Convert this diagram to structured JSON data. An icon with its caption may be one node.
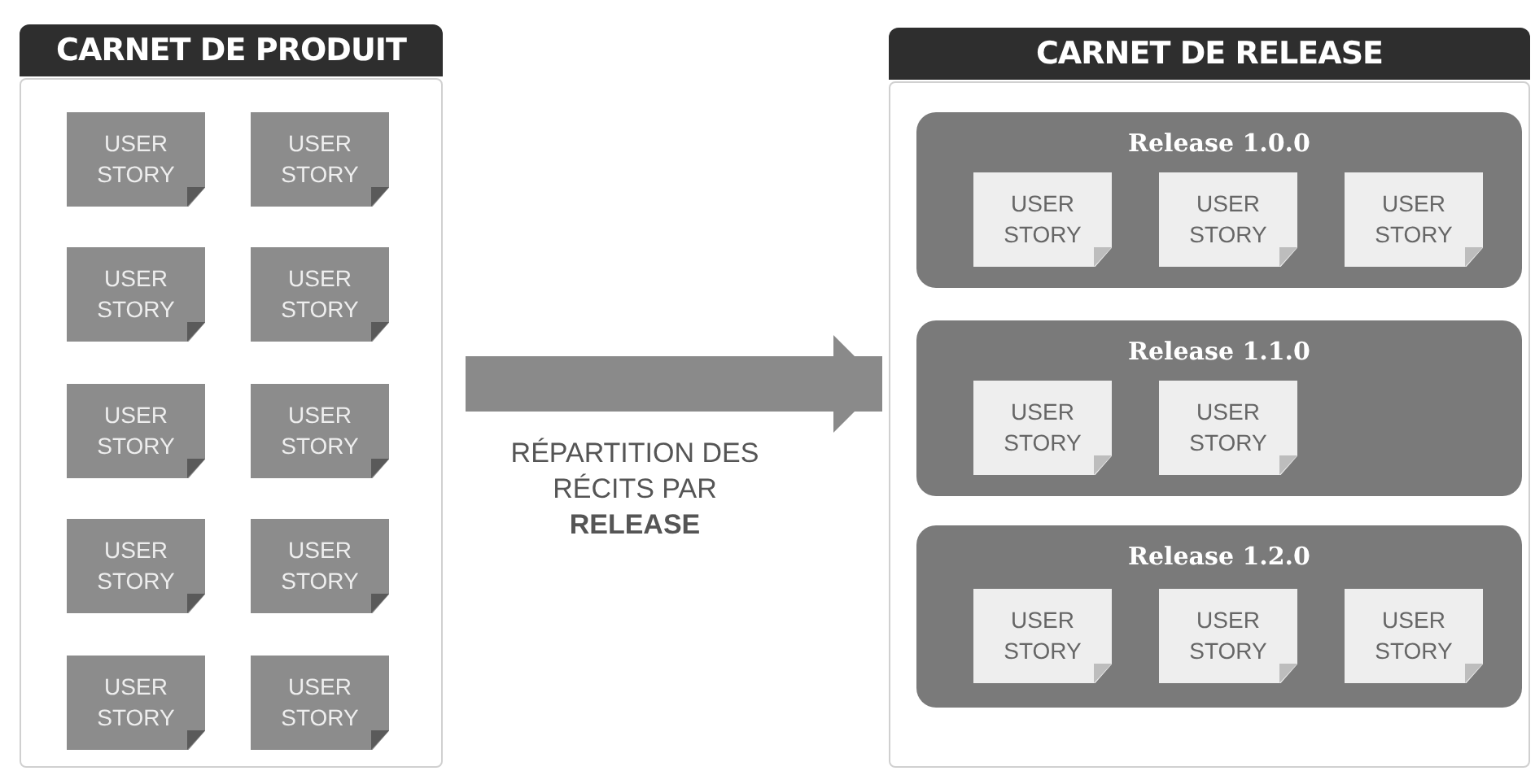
{
  "diagram": {
    "nodes": [
      {
        "text": [
          "CARNET DE PRODUIT"
        ]
      },
      {
        "text": [
          "USER STORY"
        ],
        "in": 0
      },
      {
        "text": [
          "USER STORY"
        ],
        "in": 0
      },
      {
        "text": [
          "USER STORY"
        ],
        "in": 0
      },
      {
        "text": [
          "USER STORY"
        ],
        "in": 0
      },
      {
        "text": [
          "USER STORY"
        ],
        "in": 0
      },
      {
        "text": [
          "USER STORY"
        ],
        "in": 0
      },
      {
        "text": [
          "USER STORY"
        ],
        "in": 0
      },
      {
        "text": [
          "USER STORY"
        ],
        "in": 0
      },
      {
        "text": [
          "USER STORY"
        ],
        "in": 0
      },
      {
        "text": [
          "USER STORY"
        ],
        "in": 0
      },
      {
        "text": [
          "CARNET DE RELEASE"
        ]
      },
      {
        "text": [
          "Release 1.0.0"
        ],
        "in": 11
      },
      {
        "text": [
          "USER STORY"
        ],
        "in": 12
      },
      {
        "text": [
          "USER STORY"
        ],
        "in": 12
      },
      {
        "text": [
          "USER STORY"
        ],
        "in": 12
      },
      {
        "text": [
          "Release 1.1.0"
        ],
        "in": 11
      },
      {
        "text": [
          "USER STORY"
        ],
        "in": 16
      },
      {
        "text": [
          "USER STORY"
        ],
        "in": 16
      },
      {
        "text": [
          "Release 1.2.0"
        ],
        "in": 11
      },
      {
        "text": [
          "USER STORY"
        ],
        "in": 19
      },
      {
        "text": [
          "USER STORY"
        ],
        "in": 19
      },
      {
        "text": [
          "USER STORY"
        ],
        "in": 19
      }
    ],
    "edges": [
      {
        "from": 0,
        "to": 11,
        "arrow": "to",
        "label": "RÉPARTITION DES RÉCITS PAR **RELEASE**"
      }
    ]
  }
}
